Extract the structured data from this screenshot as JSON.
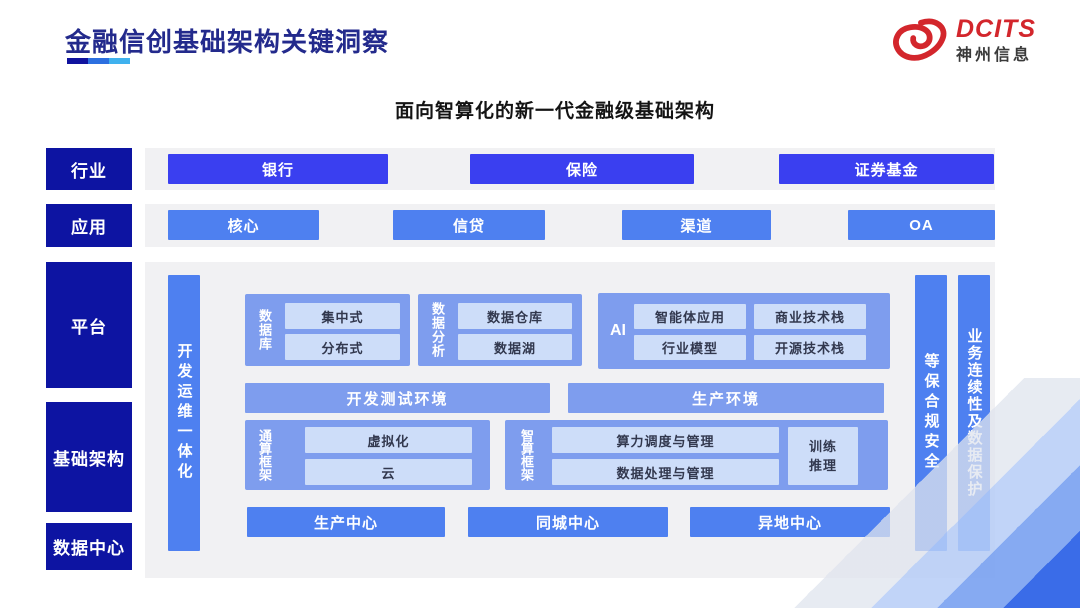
{
  "header": {
    "title": "金融信创基础架构关键洞察",
    "logo_brand": "DCITS",
    "logo_company": "神州信息"
  },
  "diagram_title": "面向智算化的新一代金融级基础架构",
  "sidebar": {
    "items": [
      {
        "label": "行业"
      },
      {
        "label": "应用"
      },
      {
        "label": "平台"
      },
      {
        "label": "基础架构"
      },
      {
        "label": "数据中心"
      }
    ]
  },
  "industry_row": {
    "items": [
      {
        "label": "银行"
      },
      {
        "label": "保险"
      },
      {
        "label": "证券基金"
      }
    ]
  },
  "application_row": {
    "items": [
      {
        "label": "核心"
      },
      {
        "label": "信贷"
      },
      {
        "label": "渠道"
      },
      {
        "label": "OA"
      }
    ]
  },
  "platform": {
    "devops_bar": "开发运维一体化",
    "database_group": {
      "label": "数据库",
      "items": [
        {
          "label": "集中式"
        },
        {
          "label": "分布式"
        }
      ]
    },
    "analytics_group": {
      "label": "数据分析",
      "items": [
        {
          "label": "数据仓库"
        },
        {
          "label": "数据湖"
        }
      ]
    },
    "ai_group": {
      "label": "AI",
      "items": [
        {
          "label": "智能体应用"
        },
        {
          "label": "商业技术栈"
        },
        {
          "label": "行业模型"
        },
        {
          "label": "开源技术栈"
        }
      ]
    },
    "dev_env": "开发测试环境",
    "prod_env": "生产环境",
    "general_compute_group": {
      "label": "通算框架",
      "items": [
        {
          "label": "虚拟化"
        },
        {
          "label": "云"
        }
      ]
    },
    "ai_compute_group": {
      "label": "智算框架",
      "items": [
        {
          "label": "算力调度与管理"
        },
        {
          "label": "数据处理与管理"
        }
      ],
      "side_box": "训练\n推理"
    },
    "centers": [
      {
        "label": "生产中心"
      },
      {
        "label": "同城中心"
      },
      {
        "label": "异地中心"
      }
    ],
    "security_bar": "等保合规安全",
    "continuity_bar": "业务连续性及数据保护"
  },
  "colors": {
    "sidebar_navy": "#0d14a2",
    "industry_button_blue": "#3a3ff0",
    "application_button_blue": "#4e80f0",
    "group_container_blue": "#7e9dee",
    "inner_box_light_blue": "#cdddf9",
    "panel_gray": "#f1f1f3",
    "title_navy": "#232a8c",
    "logo_red": "#d3262c"
  }
}
